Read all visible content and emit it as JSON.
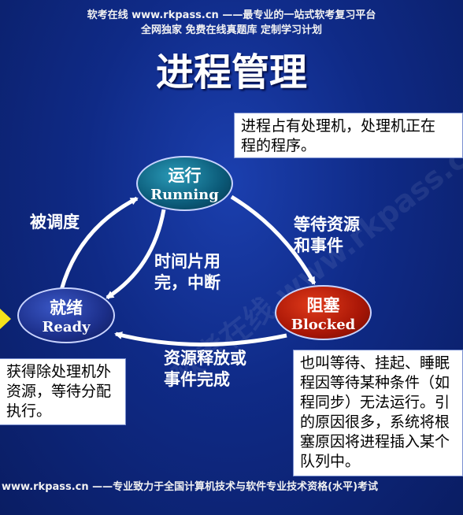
{
  "header": {
    "line1": "软考在线 www.rkpass.cn ——最专业的一站式软考复习平台",
    "line2": "全网独家 免费在线真题库 定制学习计划"
  },
  "title": "进程管理",
  "watermark": "软考在线 www.rkpass.cn",
  "states": {
    "running": {
      "cn": "运行",
      "en": "Running",
      "color": "#0b5a78"
    },
    "ready": {
      "cn": "就绪",
      "en": "Ready",
      "color": "#1c2f8a"
    },
    "blocked": {
      "cn": "阻塞",
      "en": "Blocked",
      "color": "#a81606"
    }
  },
  "transitions": {
    "dispatch": [
      "被调度"
    ],
    "wait": [
      "等待资源",
      "和事件"
    ],
    "timeout": [
      "时间片用",
      "完，中断"
    ],
    "release": [
      "资源释放或",
      "事件完成"
    ]
  },
  "notes": {
    "running": [
      "进程占有处理机，处理机正在",
      "程的程序。"
    ],
    "ready": [
      "获得除处理机外",
      "资源，等待分配",
      "执行。"
    ],
    "blocked": [
      "也叫等待、挂起、睡眠",
      "程因等待某种条件（如",
      "程同步）无法运行。引",
      "的原因很多，系统将根",
      "塞原因将进程插入某个",
      "队列中。"
    ]
  },
  "footer": "www.rkpass.cn ——专业致力于全国计算机技术与软件专业技术资格(水平)考试",
  "colors": {
    "background": "#0f2a86",
    "arrow": "#ffffff",
    "pointer": "#f5e21a"
  }
}
